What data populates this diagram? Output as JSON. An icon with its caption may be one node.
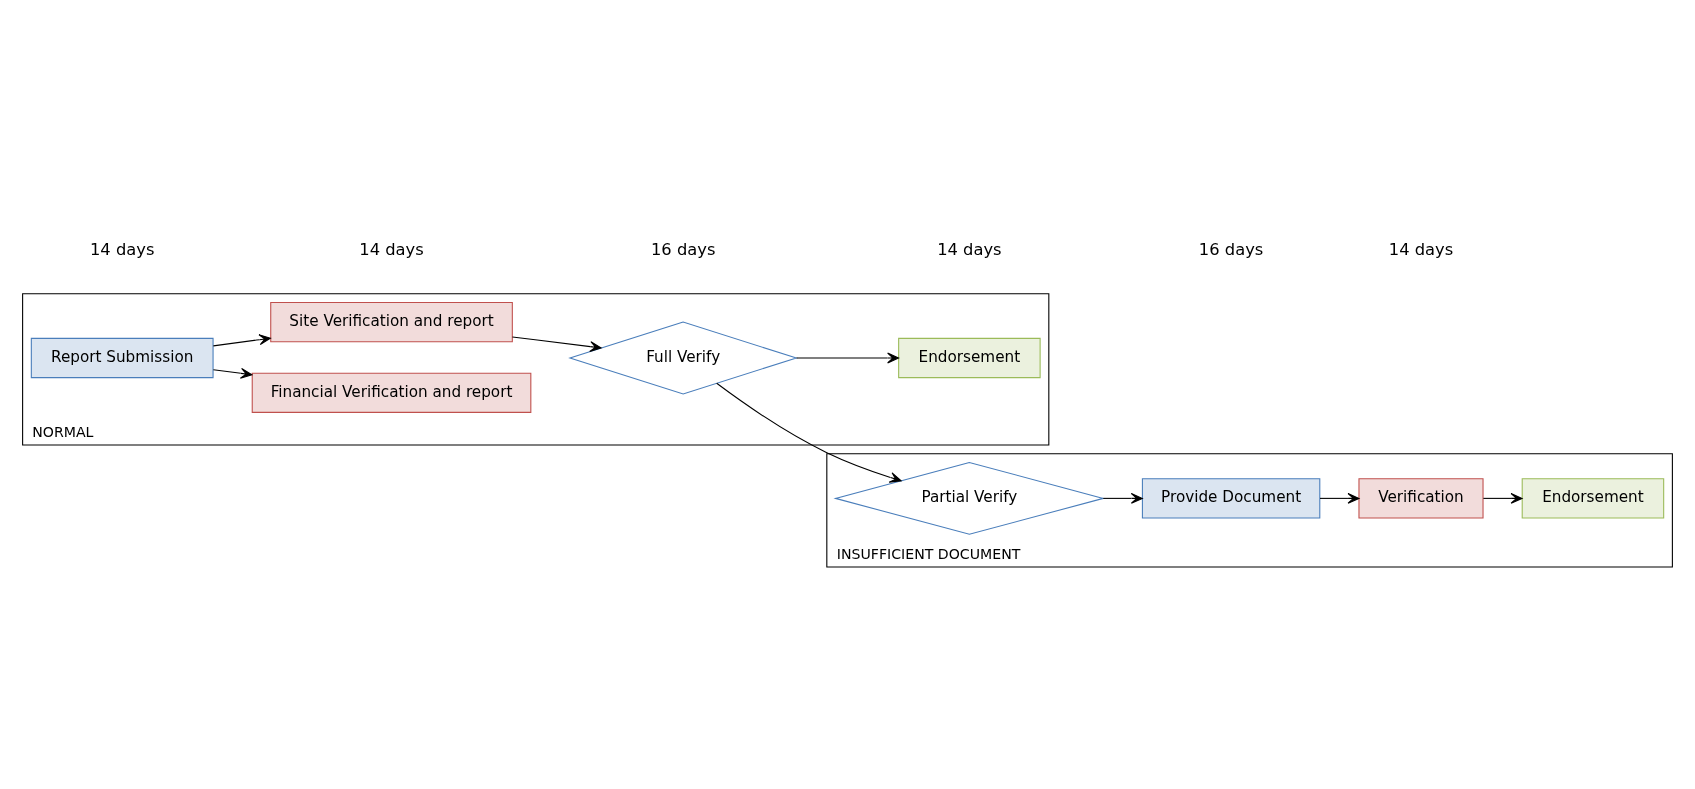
{
  "diagram": {
    "nodes": [
      {
        "text": [
          "NORMAL"
        ]
      },
      {
        "text": [
          "Report Submission"
        ],
        "in": 0
      },
      {
        "text": [
          "Financial Verification and report"
        ],
        "in": 0
      },
      {
        "text": [
          "Site Verification and report"
        ],
        "in": 0
      },
      {
        "text": [
          "Full Verify"
        ],
        "in": 0
      },
      {
        "text": [
          "Endorsement"
        ],
        "in": 0
      },
      {
        "text": [
          "INSUFFICIENT DOCUMENT"
        ]
      },
      {
        "text": [
          "Partial Verify"
        ],
        "in": 6
      },
      {
        "text": [
          "Provide Document"
        ],
        "in": 6
      },
      {
        "text": [
          "Verification"
        ],
        "in": 6
      },
      {
        "text": [
          "Endorsement"
        ],
        "in": 6
      }
    ],
    "edges": [
      {
        "from": 1,
        "to": 2,
        "arrow": "to"
      },
      {
        "from": 1,
        "to": 3,
        "arrow": "to"
      },
      {
        "from": 3,
        "to": 4,
        "arrow": "to"
      },
      {
        "from": 4,
        "to": 5,
        "arrow": "to"
      },
      {
        "from": 4,
        "to": 7,
        "arrow": "to"
      },
      {
        "from": 7,
        "to": 8,
        "arrow": "to"
      },
      {
        "from": 8,
        "to": 9,
        "arrow": "to"
      },
      {
        "from": 9,
        "to": 10,
        "arrow": "to"
      }
    ],
    "labels": [
      "14 days",
      "14 days",
      "16 days",
      "14 days",
      "16 days",
      "14 days"
    ]
  }
}
